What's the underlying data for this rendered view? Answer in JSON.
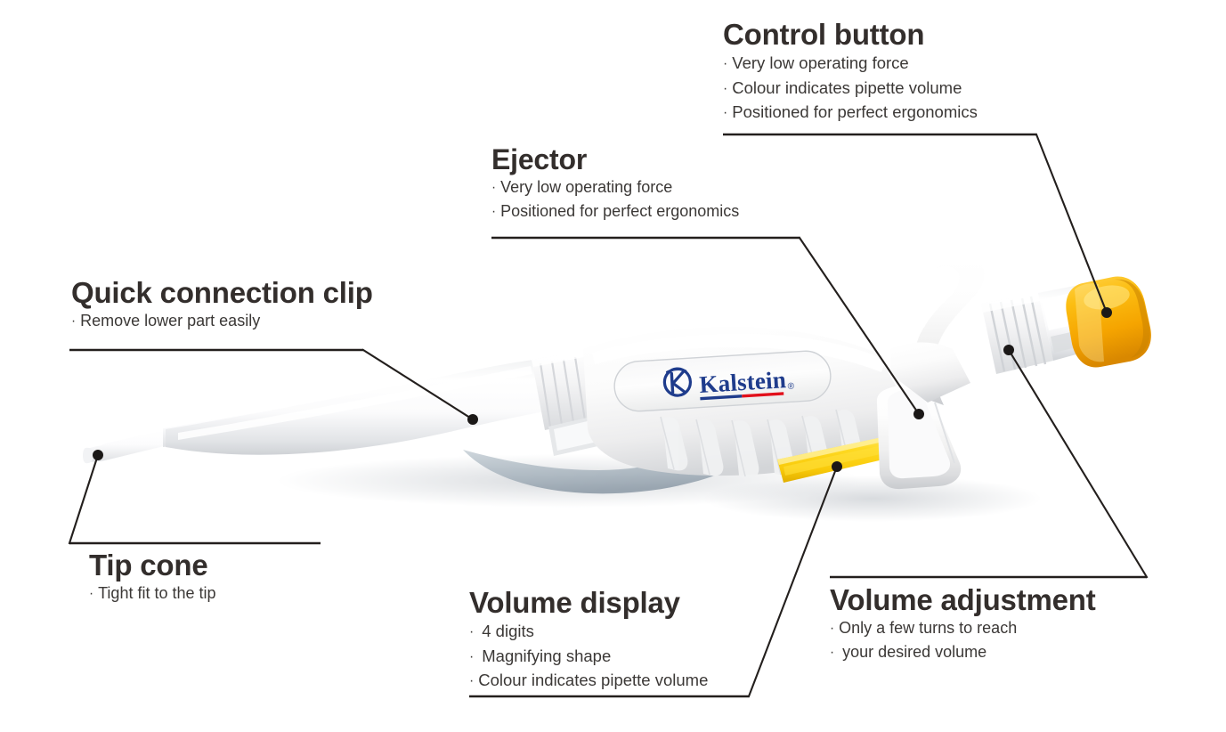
{
  "diagram": {
    "title": "Kalstein micropipette feature callout diagram",
    "product_brand": "Kalstein",
    "brand_mark": "®",
    "background_color": "#ffffff",
    "text_color": "#332e2c",
    "line_color": "#231f1d",
    "accent_colors": {
      "plunger_yellow": "#F9A800",
      "display_yellow": "#FBD415",
      "body_white": "#FBFBFB",
      "shadow_grey": "#C2CBD2",
      "logo_blue": "#1F3C8C",
      "logo_red": "#E2101B"
    }
  },
  "callouts": [
    {
      "id": "control-button",
      "heading": "Control button",
      "bullets": [
        "Very low operating force",
        "Colour indicates pipette volume",
        "Positioned for perfect ergonomics"
      ]
    },
    {
      "id": "ejector",
      "heading": "Ejector",
      "bullets": [
        "Very low operating force",
        "Positioned for perfect ergonomics"
      ]
    },
    {
      "id": "quick-connection-clip",
      "heading": "Quick connection clip",
      "bullets": [
        "Remove lower part easily"
      ]
    },
    {
      "id": "tip-cone",
      "heading": "Tip cone",
      "bullets": [
        "Tight fit to the tip"
      ]
    },
    {
      "id": "volume-display",
      "heading": "Volume display",
      "bullets": [
        "4 digits",
        "Magnifying shape",
        "Colour indicates pipette volume"
      ]
    },
    {
      "id": "volume-adjustment",
      "heading": "Volume adjustment",
      "bullets": [
        "Only a few turns to reach",
        "your desired volume"
      ]
    }
  ],
  "bullet_glyph": "·",
  "logo": {
    "text": "Kalstein",
    "registered": "®",
    "monogram": "K"
  }
}
